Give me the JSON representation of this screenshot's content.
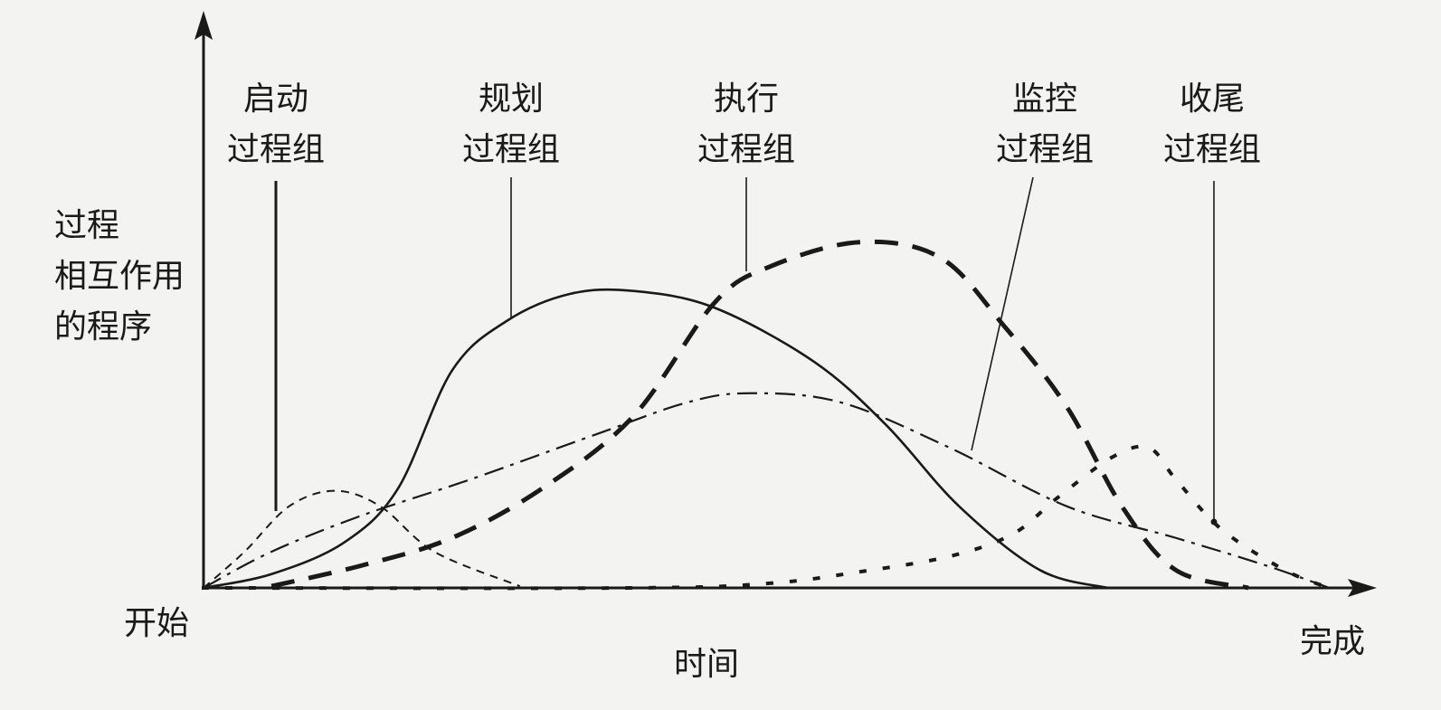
{
  "chart_data": {
    "type": "line",
    "title": "",
    "xlabel": "时间",
    "ylabel": [
      "过程",
      "相互作用",
      "的程序"
    ],
    "x_start_label": "开始",
    "x_end_label": "完成",
    "xlim": [
      0,
      100
    ],
    "ylim": [
      0,
      100
    ],
    "grid": false,
    "legend": "none",
    "series": [
      {
        "name": "启动过程组",
        "label_lines": [
          "启动",
          "过程组"
        ],
        "style": "short-dash",
        "x": [
          0,
          3.5,
          7.3,
          11.2,
          15.1,
          19.7,
          27
        ],
        "y": [
          0,
          6.3,
          14.2,
          16.9,
          14.2,
          6.3,
          0.3
        ]
      },
      {
        "name": "规划过程组",
        "label_lines": [
          "规划",
          "过程组"
        ],
        "style": "solid",
        "x": [
          0,
          5.8,
          12,
          16.6,
          21.2,
          25.9,
          31.3,
          36.7,
          43.6,
          52.1,
          58.3,
          64.5,
          71.4,
          77.2
        ],
        "y": [
          0,
          2.4,
          7.9,
          17.3,
          37.8,
          46.5,
          51.2,
          51.7,
          48.8,
          39.4,
          28.3,
          14.2,
          3.1,
          0
        ]
      },
      {
        "name": "执行过程组",
        "label_lines": [
          "执行",
          "过程组"
        ],
        "style": "thick-dash",
        "x": [
          5.8,
          13.5,
          21.2,
          28.9,
          36.7,
          43.6,
          48.3,
          56,
          62.9,
          68.3,
          73.7,
          78.4,
          83,
          89.2
        ],
        "y": [
          0.3,
          3.9,
          8.7,
          17.3,
          29.9,
          49.6,
          55.9,
          60.2,
          57.5,
          45.7,
          31.5,
          14.2,
          3.1,
          0
        ]
      },
      {
        "name": "监控过程组",
        "label_lines": [
          "监控",
          "过程组"
        ],
        "style": "dash-dot",
        "x": [
          0,
          5.8,
          13.5,
          22.8,
          33.6,
          41.3,
          46.7,
          54.4,
          63.7,
          73.7,
          83,
          90.7,
          96.1
        ],
        "y": [
          0,
          6.3,
          12.6,
          18.9,
          26.8,
          32.3,
          33.9,
          32.3,
          24.4,
          14.2,
          8.7,
          3.9,
          0
        ]
      },
      {
        "name": "收尾过程组",
        "label_lines": [
          "收尾",
          "过程组"
        ],
        "style": "dotted",
        "x": [
          0,
          36.7,
          48.3,
          56,
          63.7,
          69.1,
          72.9,
          77.6,
          80.7,
          83,
          86.9,
          92.3,
          96.1
        ],
        "y": [
          0,
          0,
          0.8,
          2.8,
          5.5,
          9.4,
          15.7,
          22.8,
          24.4,
          18.9,
          10.2,
          3.1,
          0
        ]
      }
    ]
  },
  "colors": {
    "ink": "#1a1a1a",
    "background": "#f3f3f1"
  }
}
